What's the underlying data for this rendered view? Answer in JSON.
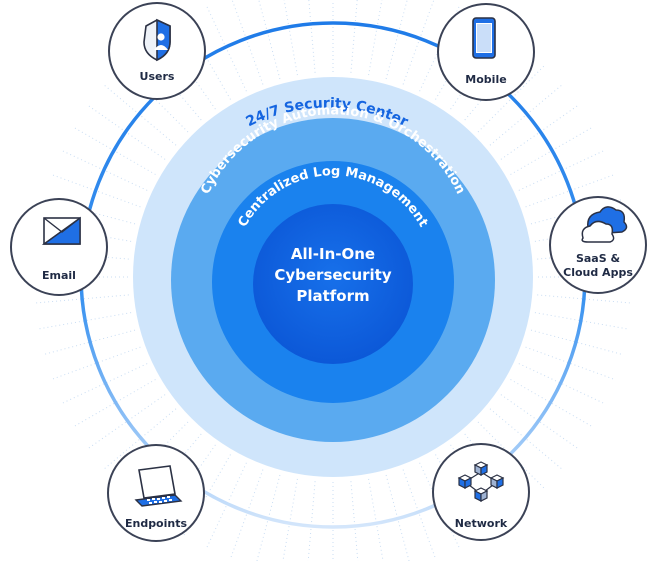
{
  "diagram": {
    "rings": {
      "outer": "24/7 Security Center",
      "second": "Cybersecurity Automation & Orchestration",
      "third": "Centralized Log Management"
    },
    "core": {
      "line1": "All-In-One",
      "line2": "Cybersecurity",
      "line3": "Platform"
    },
    "nodes": {
      "users": "Users",
      "mobile": "Mobile",
      "email": "Email",
      "saas_line1": "SaaS &",
      "saas_line2": "Cloud Apps",
      "endpoints": "Endpoints",
      "network": "Network"
    },
    "colors": {
      "ring_outer": "#cfe5fb",
      "ring_second": "#5aaaf0",
      "ring_third": "#1a82ee",
      "core": "#0e5fe0",
      "orbit": "#2a86ee",
      "node_border": "#3b4256",
      "label": "#1f2a44"
    }
  }
}
